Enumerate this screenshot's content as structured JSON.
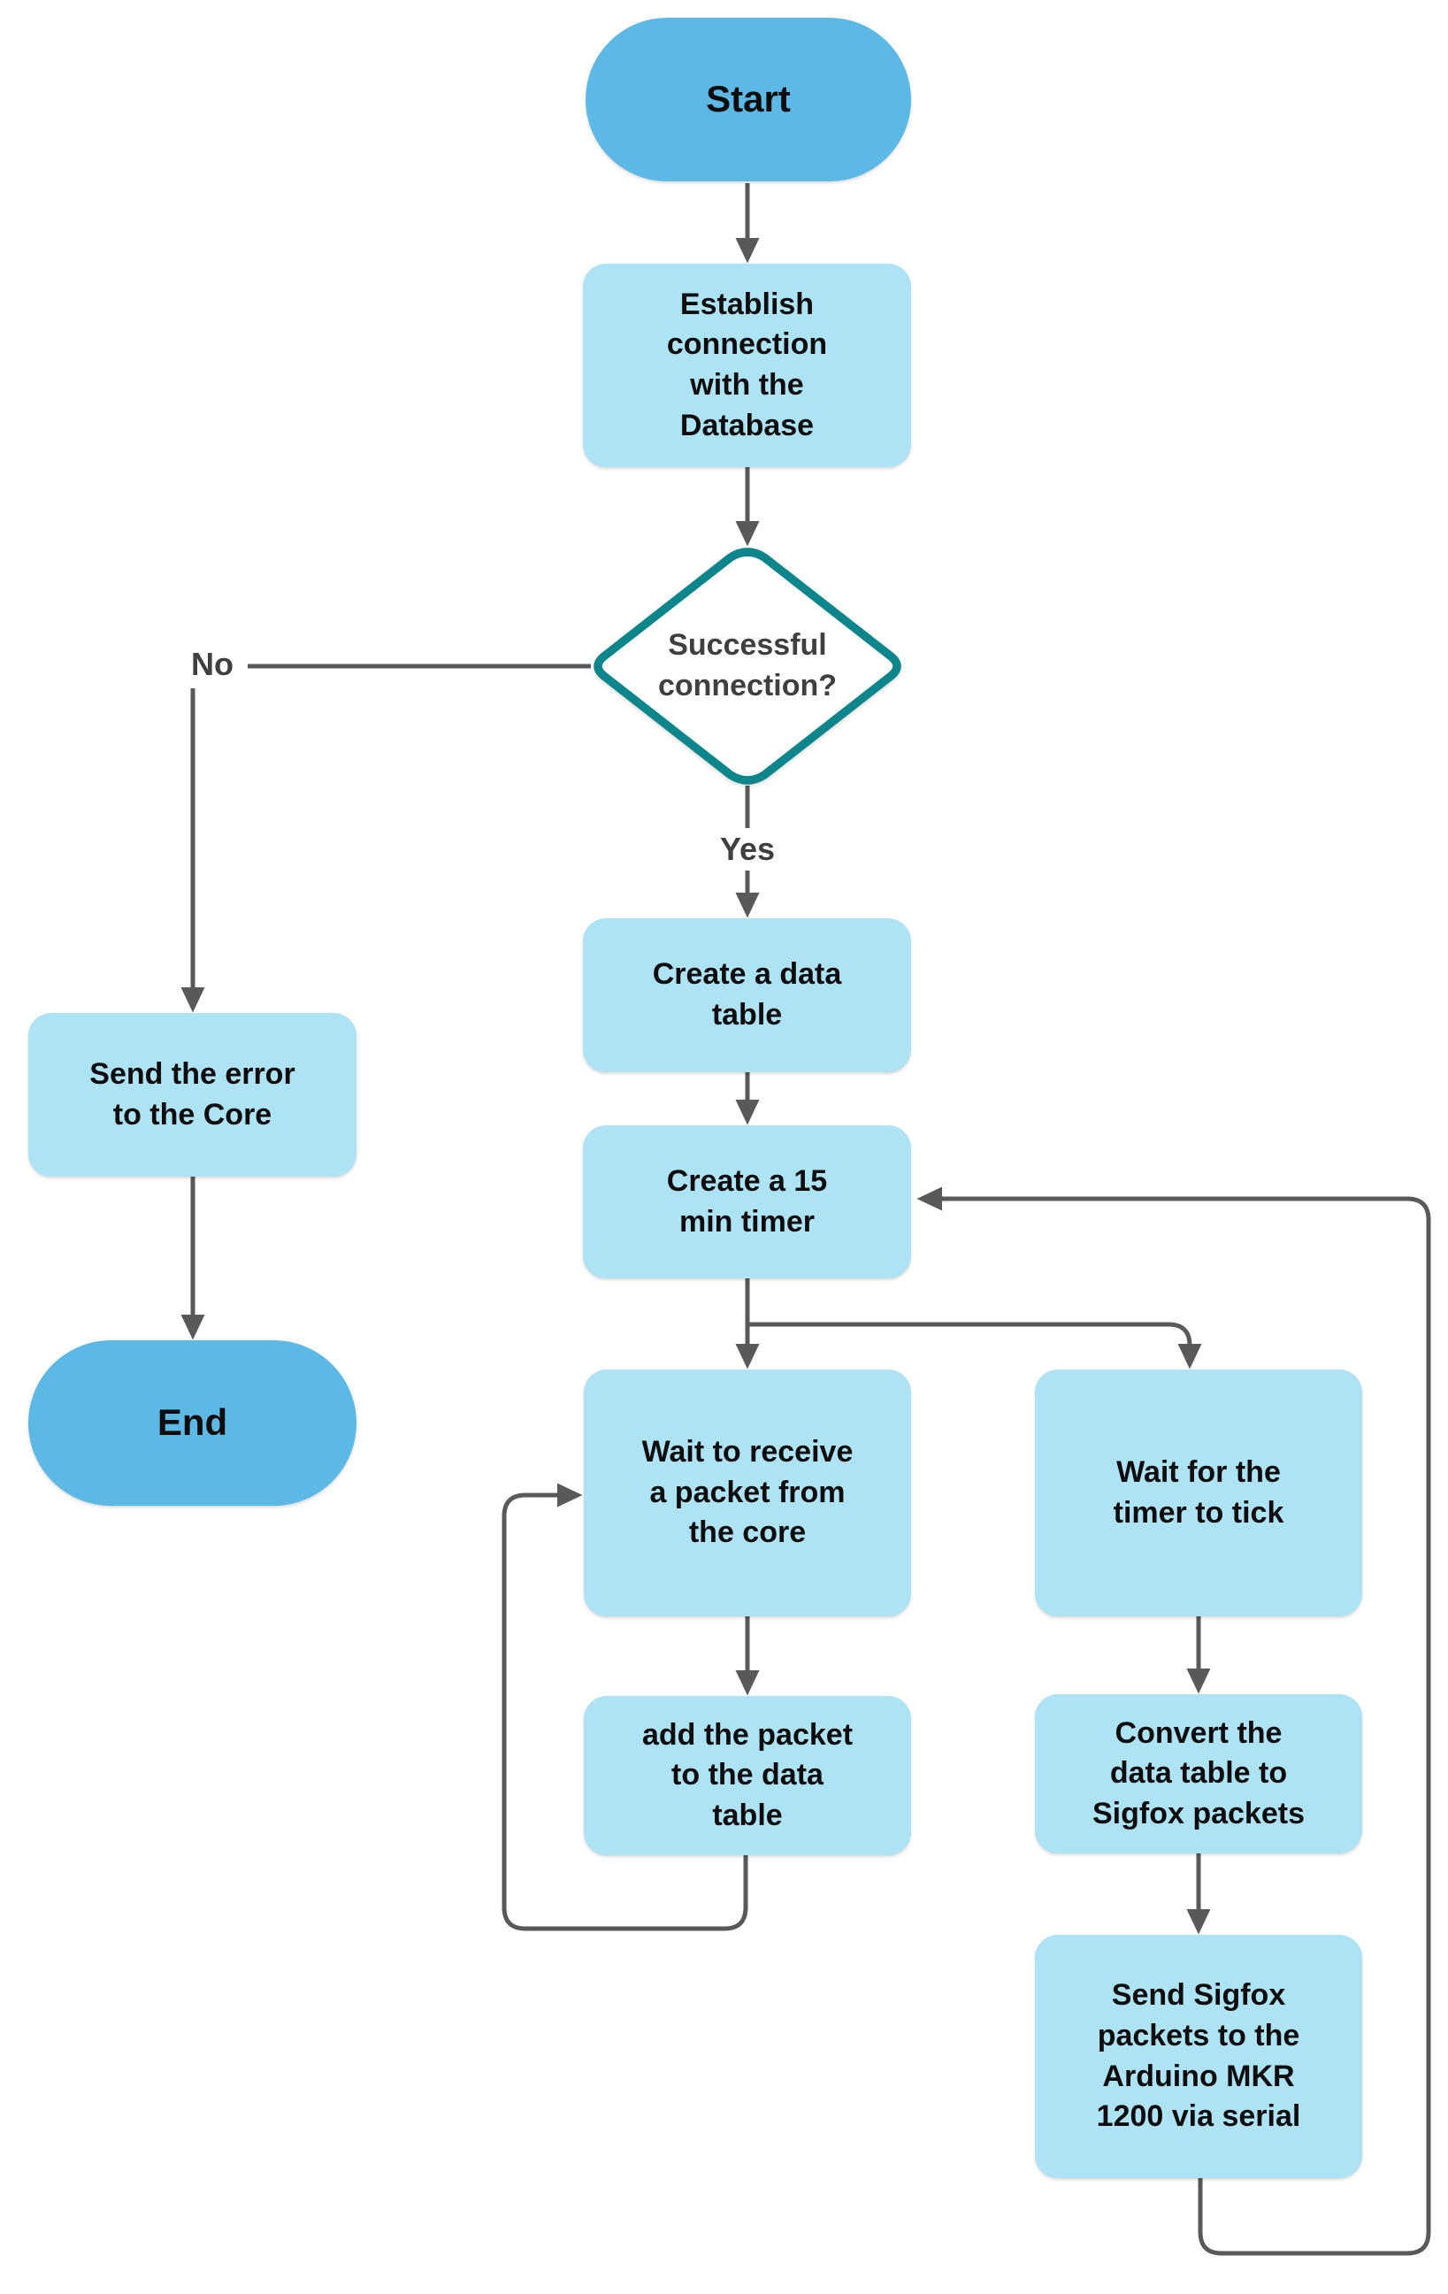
{
  "diagram": {
    "colors": {
      "background": "#ffffff",
      "terminal_fill": "#5cb9e6",
      "process_fill": "#aee2f5",
      "decision_fill": "#ffffff",
      "decision_border": "#0d868b",
      "edge": "#595959",
      "text": "#0d0d0d",
      "label_text": "#3f3f3f"
    },
    "nodes": [
      {
        "id": "start",
        "type": "terminal",
        "label": "Start"
      },
      {
        "id": "establish",
        "type": "process",
        "label": "Establish\nconnection\nwith the\nDatabase"
      },
      {
        "id": "decision",
        "type": "decision",
        "label": "Successful\nconnection?"
      },
      {
        "id": "send_error",
        "type": "process",
        "label": "Send the error\nto the Core"
      },
      {
        "id": "end",
        "type": "terminal",
        "label": "End"
      },
      {
        "id": "create_table",
        "type": "process",
        "label": "Create a data\ntable"
      },
      {
        "id": "create_timer",
        "type": "process",
        "label": "Create a 15\nmin timer"
      },
      {
        "id": "wait_packet",
        "type": "process",
        "label": "Wait to receive\na packet from\nthe core"
      },
      {
        "id": "add_packet",
        "type": "process",
        "label": "add the packet\nto the data\ntable"
      },
      {
        "id": "wait_timer",
        "type": "process",
        "label": "Wait for the\ntimer to tick"
      },
      {
        "id": "convert",
        "type": "process",
        "label": "Convert the\ndata table to\nSigfox packets"
      },
      {
        "id": "send_sigfox",
        "type": "process",
        "label": "Send Sigfox\npackets to the\nArduino MKR\n1200 via serial"
      }
    ],
    "edge_labels": {
      "no": "No",
      "yes": "Yes"
    },
    "edges": [
      {
        "from": "start",
        "to": "establish"
      },
      {
        "from": "establish",
        "to": "decision"
      },
      {
        "from": "decision",
        "to": "send_error",
        "label": "No"
      },
      {
        "from": "send_error",
        "to": "end"
      },
      {
        "from": "decision",
        "to": "create_table",
        "label": "Yes"
      },
      {
        "from": "create_table",
        "to": "create_timer"
      },
      {
        "from": "create_timer",
        "to": "wait_packet"
      },
      {
        "from": "create_timer",
        "to": "wait_timer"
      },
      {
        "from": "wait_packet",
        "to": "add_packet"
      },
      {
        "from": "add_packet",
        "to": "wait_packet",
        "loop": true
      },
      {
        "from": "wait_timer",
        "to": "convert"
      },
      {
        "from": "convert",
        "to": "send_sigfox"
      },
      {
        "from": "send_sigfox",
        "to": "create_timer",
        "loop": true
      }
    ]
  }
}
